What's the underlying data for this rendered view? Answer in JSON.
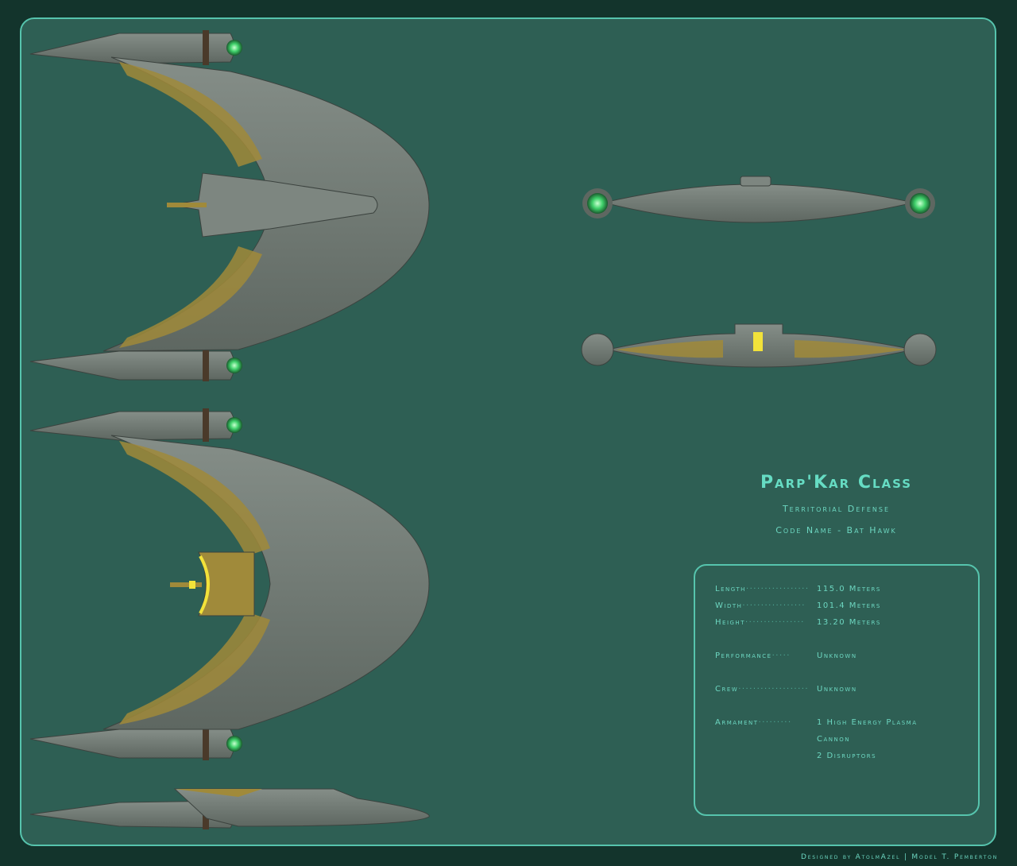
{
  "title": "Parp'Kar Class",
  "subtitle": "Territorial Defense",
  "code_name": "Code Name - Bat Hawk",
  "specs": {
    "length": {
      "label": "Length",
      "value": "115.0 Meters"
    },
    "width": {
      "label": "Width",
      "value": "101.4 Meters"
    },
    "height": {
      "label": "Height",
      "value": "13.20 Meters"
    },
    "performance": {
      "label": "Performance",
      "value": "Unknown"
    },
    "crew": {
      "label": "Crew",
      "value": "Unknown"
    },
    "armament": {
      "label": "Armament",
      "value": "1 High Energy Plasma",
      "line2": "Cannon",
      "line3": "2 Disruptors"
    }
  },
  "credit": "Designed by AtolmAzel | Model T. Pemberton",
  "colors": {
    "background": "#13342c",
    "panel": "#2e5f54",
    "accent": "#56c4ad",
    "hull": "#6f7872",
    "wing_pattern": "#a08a3a",
    "engine_glow": "#3fd06a"
  }
}
